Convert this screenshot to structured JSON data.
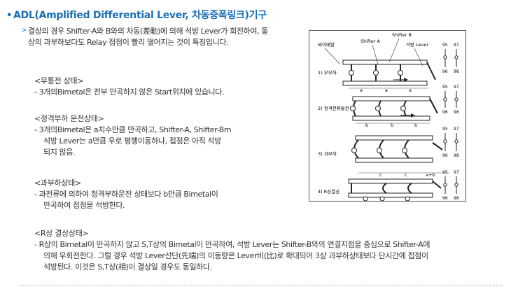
{
  "title": "ADL(Amplified Differential Lever, 차동증폭링크)기구",
  "title_color": "#1a6fb5",
  "intro": "결상의 경우 Shifter-A와 B와의 차동(差動)에 의해 석방 Lever가 회전하여, 통상의 과부하보다도 Relay 접점이 빨리 떨어지는 것이 특징입니다.",
  "sections": [
    {
      "title": "<무통전 상태>",
      "lines": [
        "- 3개의Bimetal은 전부 만곡하지 않은 Start위치에 있습니다."
      ]
    },
    {
      "title": "<정격부하 운전상태>",
      "lines": [
        "- 3개의Bimetal은 a치수만큼 만곡하고, Shifter-A, Shifter-Bm",
        "석방 Lever는 a만큼 우로 평행이동하나, 접점은 아직 석방",
        "되지 않음."
      ]
    },
    {
      "title": "<과부하상태>",
      "lines": [
        "- 과전류에 의하여 정격부하운전 상태보다 b만큼 Bimetal이",
        "만곡하여 접점을 석방한다."
      ]
    },
    {
      "title": "<R상 결상상태>",
      "lines": [
        "- R상의 Bimetal이 만곡하지 않고 S,T상의 Bimetal이 만곡하여, 석방 Lever는 Shifter-B와의 연결지점을 중심으로 Shifter-A에",
        "의해 우회전한다. 그럴 경우 석방 Lever선단(先端)의 이동량은 Lever비(比)로 확대되어 3상 과부하상태보다 단시간에 접점이",
        "석방된다. 이것은 S,T상(相)이 결상일 경우도 동일하다."
      ]
    }
  ],
  "diagram": {
    "label_bimetal": "바이메탈",
    "label_shifter_a": "Shifter A",
    "label_shifter_b": "Shifter B",
    "label_lever": "석방 Lever",
    "states": [
      "1) 무부하",
      "2) 정격전류통전",
      "3) 과부하",
      "4) R상결상"
    ],
    "dims": [
      "a",
      "b",
      "c",
      "a+b"
    ],
    "contacts": [
      "95",
      "97",
      "96",
      "98"
    ]
  }
}
